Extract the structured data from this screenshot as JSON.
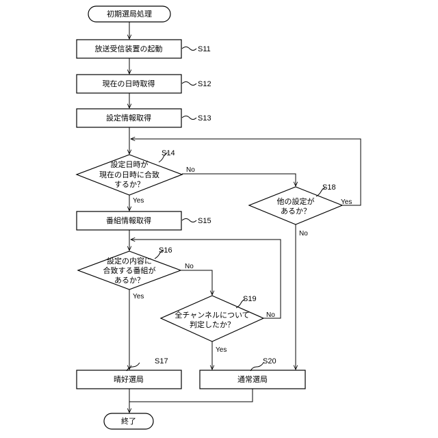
{
  "nodes": {
    "start": "初期選局処理",
    "s11": "放送受信装置の起動",
    "s12": "現在の日時取得",
    "s13": "設定情報取得",
    "s14": [
      "設定日時が",
      "現在の日時に合致",
      "するか？"
    ],
    "s15": "番組情報取得",
    "s16": [
      "設定の内容に",
      "合致する番組が",
      "あるか？"
    ],
    "s17": "晴好選局",
    "s18": [
      "他の設定が",
      "あるか？"
    ],
    "s19": [
      "全チャンネルについて",
      "判定したか？"
    ],
    "s20": "通常選局",
    "end": "終了"
  },
  "step_labels": {
    "s11": "S11",
    "s12": "S12",
    "s13": "S13",
    "s14": "S14",
    "s15": "S15",
    "s16": "S16",
    "s17": "S17",
    "s18": "S18",
    "s19": "S19",
    "s20": "S20"
  },
  "branch_labels": {
    "s14_yes": "Yes",
    "s14_no": "No",
    "s16_yes": "Yes",
    "s16_no": "No",
    "s18_yes": "Yes",
    "s18_no": "No",
    "s19_yes": "Yes",
    "s19_no": "No"
  }
}
